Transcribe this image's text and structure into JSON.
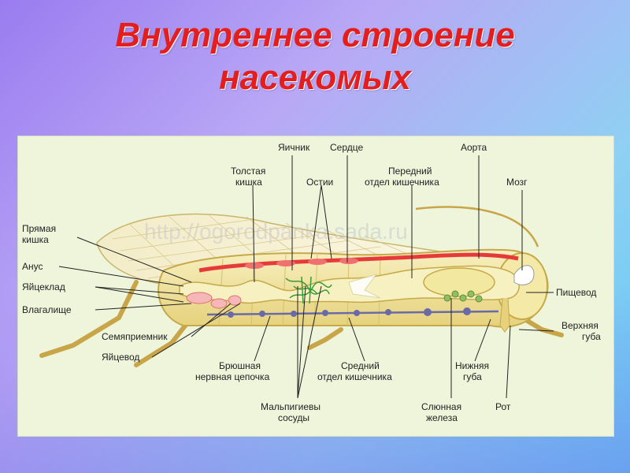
{
  "title": {
    "line1": "Внутреннее строение",
    "line2": "насекомых"
  },
  "watermark": "http://ogorodpanka.sada.ru",
  "labels": {
    "yaichnik": "Яичник",
    "serdtse": "Сердце",
    "aorta": "Аорта",
    "tolstaya1": "Толстая",
    "tolstaya2": "кишка",
    "ostii": "Остии",
    "peredniy1": "Передний",
    "peredniy2": "отдел кишечника",
    "mozg": "Мозг",
    "pryamaya1": "Прямая",
    "pryamaya2": "кишка",
    "anus": "Анус",
    "yaytseklad": "Яйцеклад",
    "vlagalishche": "Влагалище",
    "pishchevod": "Пищевод",
    "verkhnyaya1": "Верхняя",
    "verkhnyaya2": "губа",
    "semyapriemnik": "Семяприемник",
    "yaytsevod": "Яйцевод",
    "bryushnaya1": "Брюшная",
    "bryushnaya2": "нервная цепочка",
    "sredniy1": "Средний",
    "sredniy2": "отдел кишечника",
    "nizhnyaya1": "Нижняя",
    "nizhnyaya2": "губа",
    "rot": "Рот",
    "malpigievy1": "Мальпигиевы",
    "malpigievy2": "сосуды",
    "slyunnaya1": "Слюнная",
    "slyunnaya2": "железа"
  },
  "colors": {
    "title": "#e41e1e",
    "panel": "#eef5db",
    "body": "#f2e8a8",
    "gut": "#f5eeb2",
    "heart": "#e63a3a",
    "nerve": "#6a6aa8",
    "malpighian": "#3a9a3a"
  }
}
